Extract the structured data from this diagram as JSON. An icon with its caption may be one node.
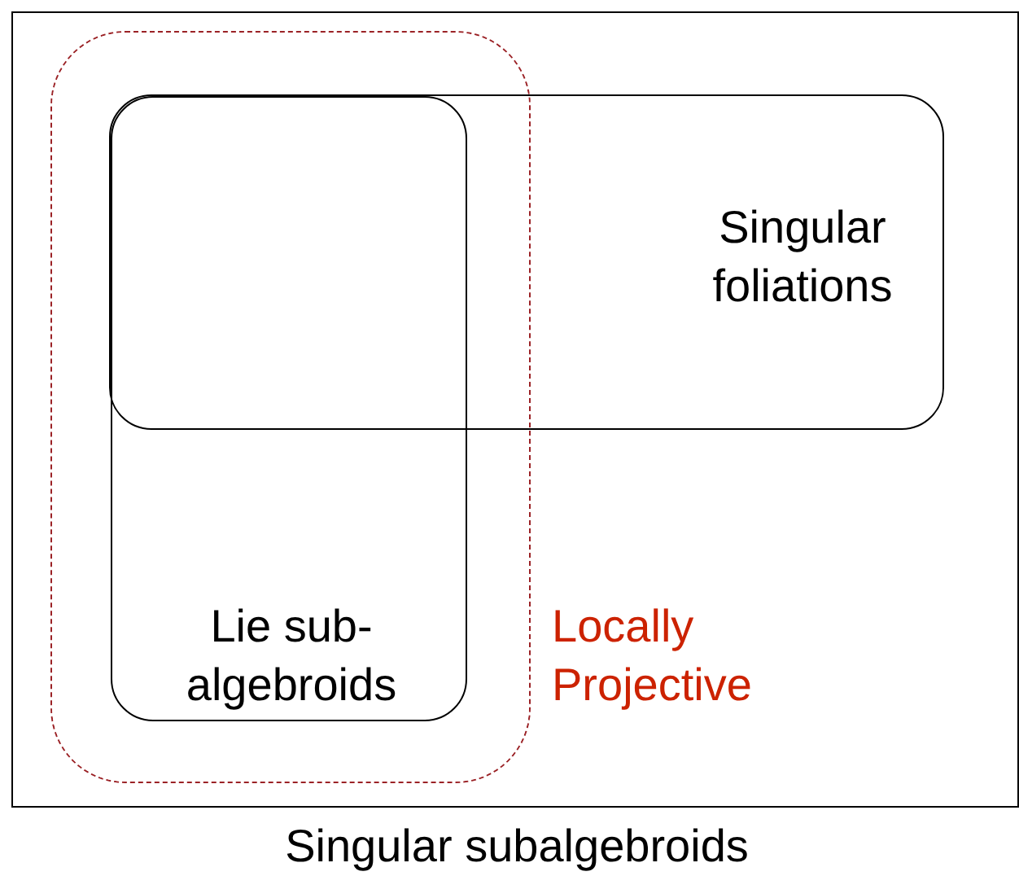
{
  "diagram": {
    "nodes": [
      {
        "text": [
          "Singular subalgebroids"
        ]
      },
      {
        "text": [
          "Singular foliations"
        ],
        "in": 0
      },
      {
        "text": [
          "Lie sub- algebroids"
        ],
        "in": 3
      },
      {
        "text": [
          "Locally Projective"
        ],
        "in": 0
      }
    ]
  }
}
